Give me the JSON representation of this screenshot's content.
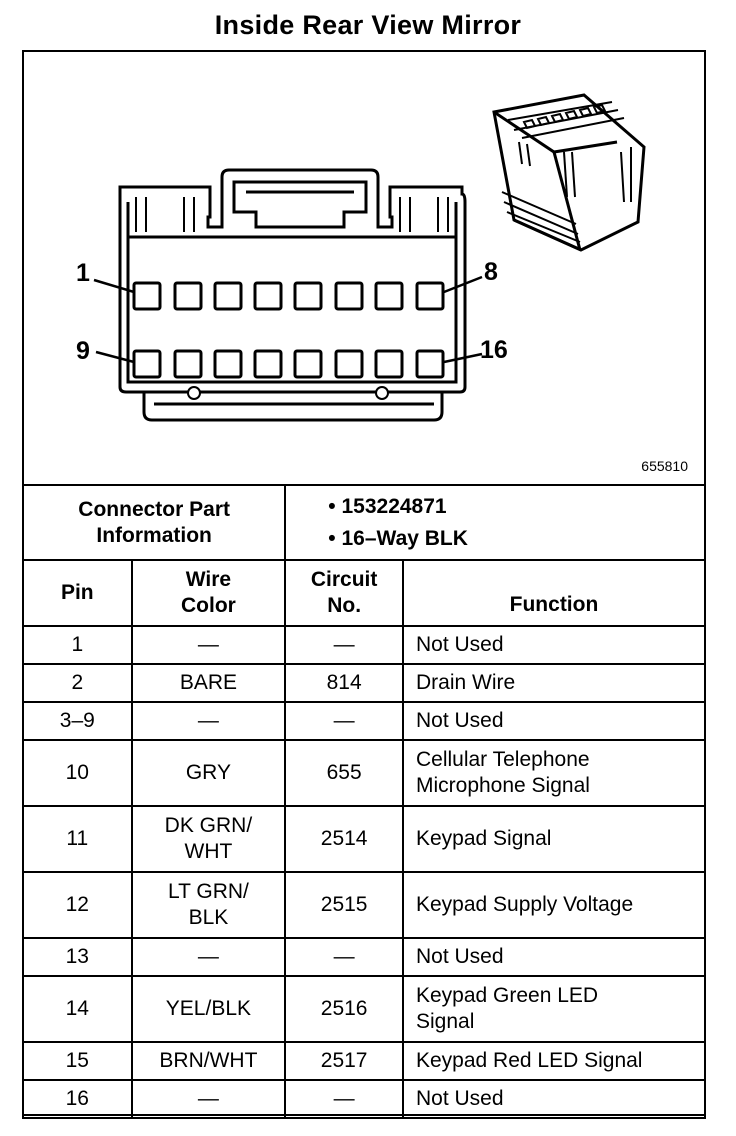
{
  "title": "Inside Rear View Mirror",
  "figure_id": "655810",
  "pin_callouts": {
    "top_left": "1",
    "top_right": "8",
    "bottom_left": "9",
    "bottom_right": "16"
  },
  "connector_info": {
    "label_line1": "Connector Part",
    "label_line2": "Information",
    "items": [
      "153224871",
      "16–Way BLK"
    ]
  },
  "columns": {
    "pin": "Pin",
    "wire_color": [
      "Wire",
      "Color"
    ],
    "circuit": [
      "Circuit",
      "No."
    ],
    "function": "Function"
  },
  "rows": [
    {
      "pin": "1",
      "color": [
        "—"
      ],
      "circuit": "—",
      "function": [
        "Not Used"
      ]
    },
    {
      "pin": "2",
      "color": [
        "BARE"
      ],
      "circuit": "814",
      "function": [
        "Drain Wire"
      ]
    },
    {
      "pin": "3–9",
      "color": [
        "—"
      ],
      "circuit": "—",
      "function": [
        "Not Used"
      ]
    },
    {
      "pin": "10",
      "color": [
        "GRY"
      ],
      "circuit": "655",
      "function": [
        "Cellular Telephone",
        "Microphone Signal"
      ]
    },
    {
      "pin": "11",
      "color": [
        "DK GRN/",
        "WHT"
      ],
      "circuit": "2514",
      "function": [
        "Keypad Signal"
      ]
    },
    {
      "pin": "12",
      "color": [
        "LT GRN/",
        "BLK"
      ],
      "circuit": "2515",
      "function": [
        "Keypad Supply Voltage"
      ]
    },
    {
      "pin": "13",
      "color": [
        "—"
      ],
      "circuit": "—",
      "function": [
        "Not Used"
      ]
    },
    {
      "pin": "14",
      "color": [
        "YEL/BLK"
      ],
      "circuit": "2516",
      "function": [
        "Keypad Green LED",
        "Signal"
      ]
    },
    {
      "pin": "15",
      "color": [
        "BRN/WHT"
      ],
      "circuit": "2517",
      "function": [
        "Keypad Red LED Signal"
      ]
    },
    {
      "pin": "16",
      "color": [
        "—"
      ],
      "circuit": "—",
      "function": [
        "Not Used"
      ]
    }
  ]
}
